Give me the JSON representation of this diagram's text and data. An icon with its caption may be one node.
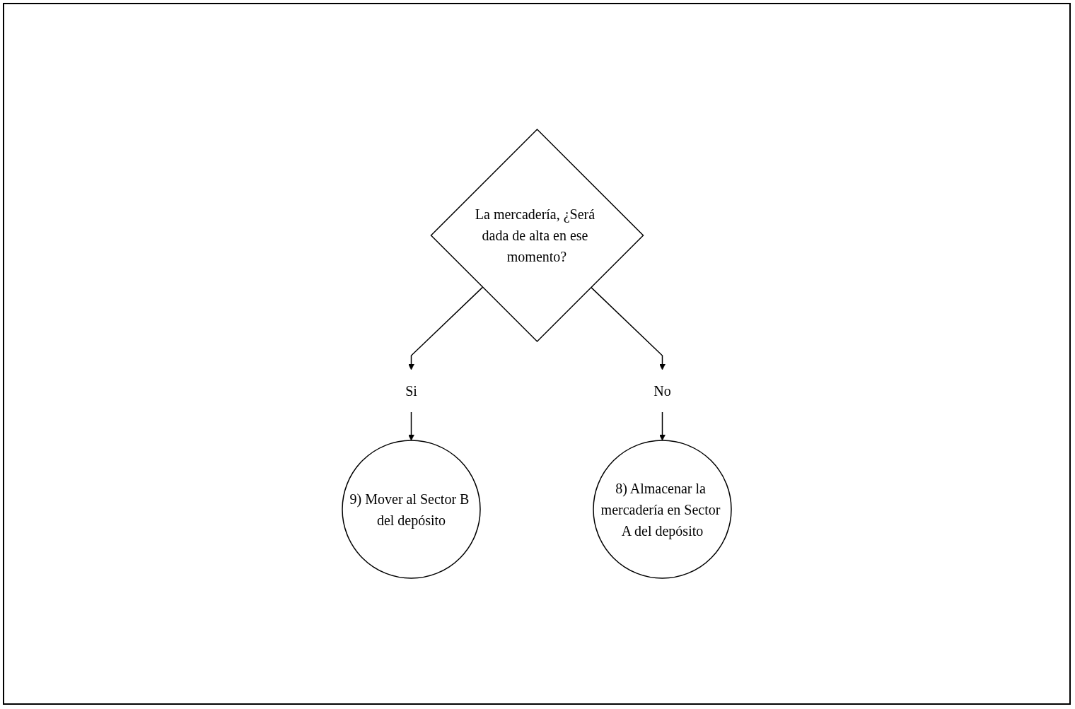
{
  "diagram": {
    "nodes": [
      {
        "text": [
          "La mercadería, ¿Será dada de alta en ese momento?"
        ]
      },
      {
        "text": [
          "Si"
        ]
      },
      {
        "text": [
          "No"
        ]
      },
      {
        "text": [
          "9) Mover al Sector B del depósito"
        ]
      },
      {
        "text": [
          "8) Almacenar la mercadería en Sector A del depósito"
        ]
      }
    ],
    "edges": [
      {
        "from": 0,
        "to": 1,
        "arrow": "to"
      },
      {
        "from": 1,
        "to": 3,
        "arrow": "to"
      },
      {
        "from": 0,
        "to": 2,
        "arrow": "to"
      },
      {
        "from": 2,
        "to": 4,
        "arrow": "to"
      }
    ]
  }
}
